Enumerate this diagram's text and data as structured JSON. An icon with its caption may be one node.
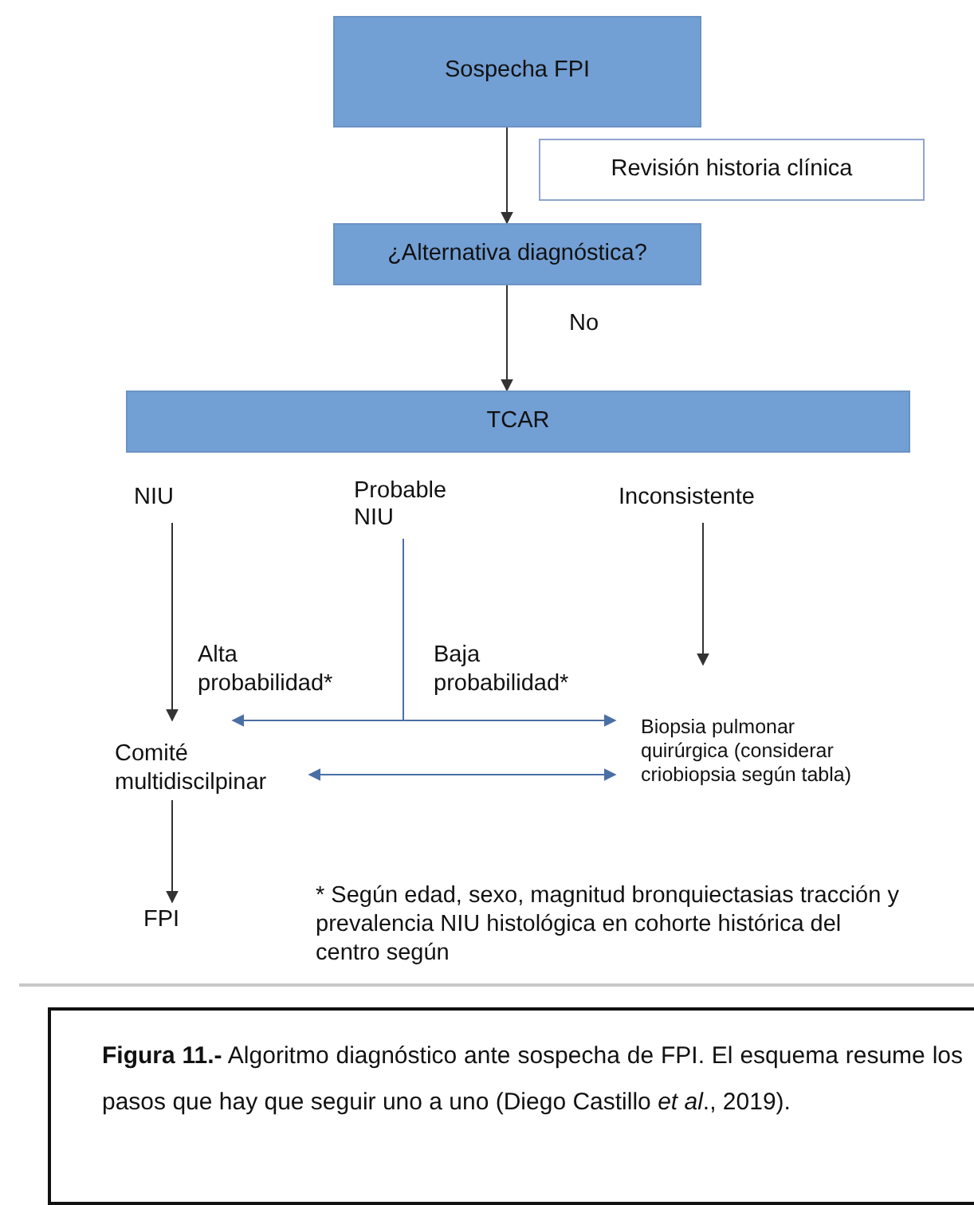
{
  "diagram": {
    "caption": "**Figura 11.-** Algoritmo diagnóstico ante sospecha de FPI. El esquema resume los pasos que hay que seguir uno a uno (Diego Castillo *et al*., 2019).",
    "nodes": [
      {
        "text": [
          "Sospecha FPI"
        ]
      },
      {
        "text": [
          "Revisión historia clínica"
        ]
      },
      {
        "text": [
          "¿Alternativa diagnóstica?"
        ]
      },
      {
        "text": [
          "TCAR"
        ]
      },
      {
        "text": [
          "NIU"
        ]
      },
      {
        "text": [
          "Probable NIU"
        ]
      },
      {
        "text": [
          "Inconsistente"
        ]
      },
      {
        "text": [
          "Comité multidiscilpinar"
        ]
      },
      {
        "text": [
          "Biopsia pulmonar quirúrgica (considerar criobiopsia según tabla)"
        ]
      },
      {
        "text": [
          "FPI"
        ]
      }
    ],
    "edges": [
      {
        "from": 0,
        "to": 2,
        "arrow": "to"
      },
      {
        "from": 2,
        "to": 3,
        "label": "No",
        "arrow": "to"
      },
      {
        "from": 4,
        "to": 7,
        "arrow": "to"
      },
      {
        "from": 5,
        "to": 7,
        "label": "Alta probabilidad*",
        "arrow": "to",
        "color": "#4a6fa5"
      },
      {
        "from": 5,
        "to": 8,
        "label": "Baja probabilidad*",
        "arrow": "to",
        "color": "#4a6fa5"
      },
      {
        "from": 6,
        "to": 8,
        "arrow": "to"
      },
      {
        "from": 7,
        "to": 8,
        "arrow": "both",
        "color": "#4a6fa5"
      },
      {
        "from": 7,
        "to": 9,
        "arrow": "to"
      }
    ],
    "labels": [
      "* Según edad, sexo, magnitud bronquiectasias tracción y prevalencia NIU histológica en cohorte histórica del centro según"
    ]
  }
}
